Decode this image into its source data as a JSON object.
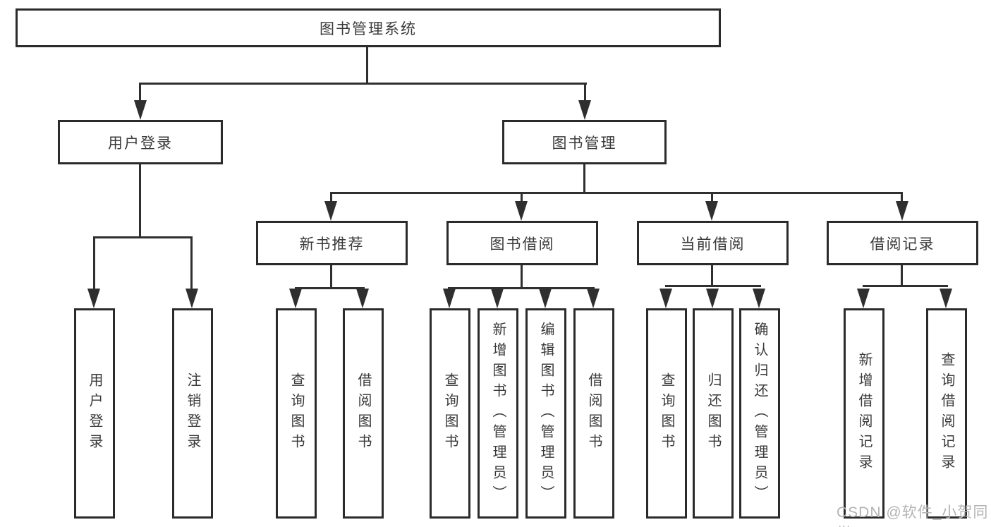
{
  "tree": {
    "root": {
      "label": "图书管理系统"
    },
    "branches": [
      {
        "label": "用户登录",
        "children": [
          {
            "label": "用户登录"
          },
          {
            "label": "注销登录"
          }
        ]
      },
      {
        "label": "图书管理",
        "children": [
          {
            "label": "新书推荐",
            "children": [
              {
                "label": "查询图书"
              },
              {
                "label": "借阅图书"
              }
            ]
          },
          {
            "label": "图书借阅",
            "children": [
              {
                "label": "查询图书"
              },
              {
                "label": "新增图书（管理员）"
              },
              {
                "label": "编辑图书（管理员）"
              },
              {
                "label": "借阅图书"
              }
            ]
          },
          {
            "label": "当前借阅",
            "children": [
              {
                "label": "查询图书"
              },
              {
                "label": "归还图书"
              },
              {
                "label": "确认归还（管理员）"
              }
            ]
          },
          {
            "label": "借阅记录",
            "children": [
              {
                "label": "新增借阅记录"
              },
              {
                "label": "查询借阅记录"
              }
            ]
          }
        ]
      }
    ]
  },
  "watermark": "CSDN @软件_小贺同学",
  "colors": {
    "line": "#2f2f2f",
    "box_border": "#2b2b2b",
    "text": "#3a3a3a",
    "watermark": "#b3b3b3",
    "background": "#ffffff"
  }
}
